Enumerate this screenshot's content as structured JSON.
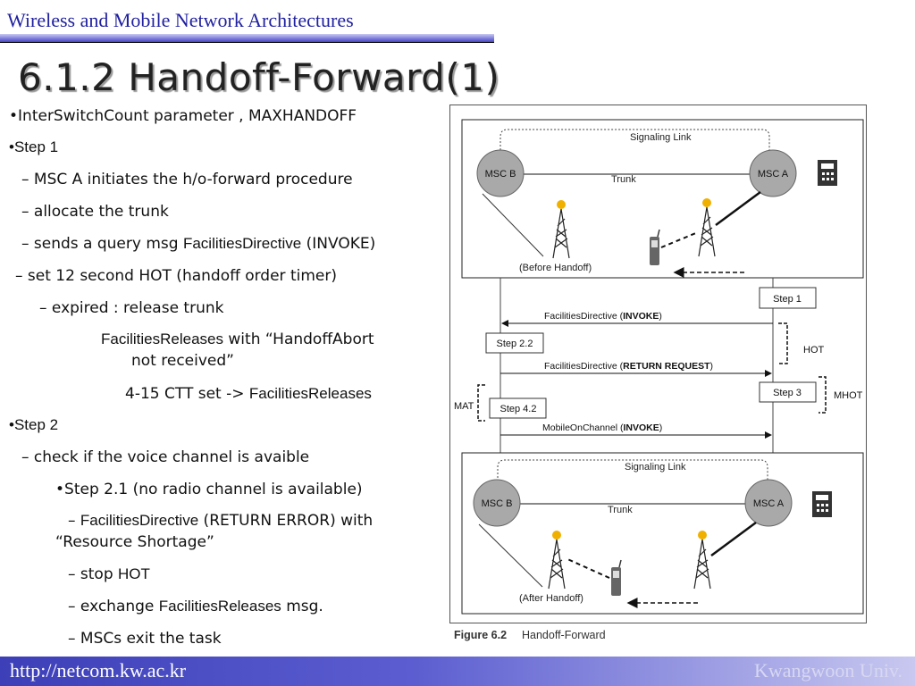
{
  "header": {
    "course": "Wireless and Mobile Network Architectures"
  },
  "slide": {
    "title": "6.1.2 Handoff-Forward(1)",
    "lines": {
      "l1": "•InterSwitchCount parameter , MAXHANDOFF",
      "l2": "•Step 1",
      "l3": "– MSC A initiates  the h/o-forward procedure",
      "l4": "– allocate the trunk",
      "l5a": "– sends a query msg ",
      "l5b": "FacilitiesDirective",
      "l5c": " (INVOKE)",
      "l6": "– set 12 second HOT (handoff order timer)",
      "l7": "– expired : release trunk",
      "l8a": "FacilitiesReleases",
      "l8b": " with “HandoffAbort",
      "l9": "not received”",
      "l10a": "4-15 CTT set -> ",
      "l10b": "FacilitiesReleases",
      "l11": "•Step 2",
      "l12": "– check if the voice channel is avaible",
      "l13": "•Step 2.1 (no radio channel is available)",
      "l14a": "– ",
      "l14b": "FacilitiesDirective",
      "l14c": " (RETURN ERROR)   with",
      "l15": "“Resource Shortage”",
      "l16a": "– stop ",
      "l16b": "HOT",
      "l17a": "–  exchange ",
      "l17b": "FacilitiesReleases",
      "l17c": " msg.",
      "l18": "– MSCs exit the task"
    }
  },
  "figure": {
    "signaling_link": "Signaling Link",
    "trunk": "Trunk",
    "msc_b": "MSC B",
    "msc_a": "MSC A",
    "before_handoff": "(Before Handoff)",
    "after_handoff": "(After Handoff)",
    "step1": "Step 1",
    "step22": "Step 2.2",
    "step3": "Step 3",
    "step42": "Step 4.2",
    "hot": "HOT",
    "mhot": "MHOT",
    "mat": "MAT",
    "msg1_name": "FacilitiesDirective (",
    "msg1_bold": "INVOKE",
    "msg2_name": "FacilitiesDirective (",
    "msg2_bold": "RETURN REQUEST",
    "msg3_name": "MobileOnChannel (",
    "msg3_bold": "INVOKE",
    "close_paren": ")",
    "caption_label": "Figure 6.2",
    "caption_text": "Handoff-Forward"
  },
  "footer": {
    "url": "http://netcom.kw.ac.kr",
    "university": "Kwangwoon Univ."
  }
}
